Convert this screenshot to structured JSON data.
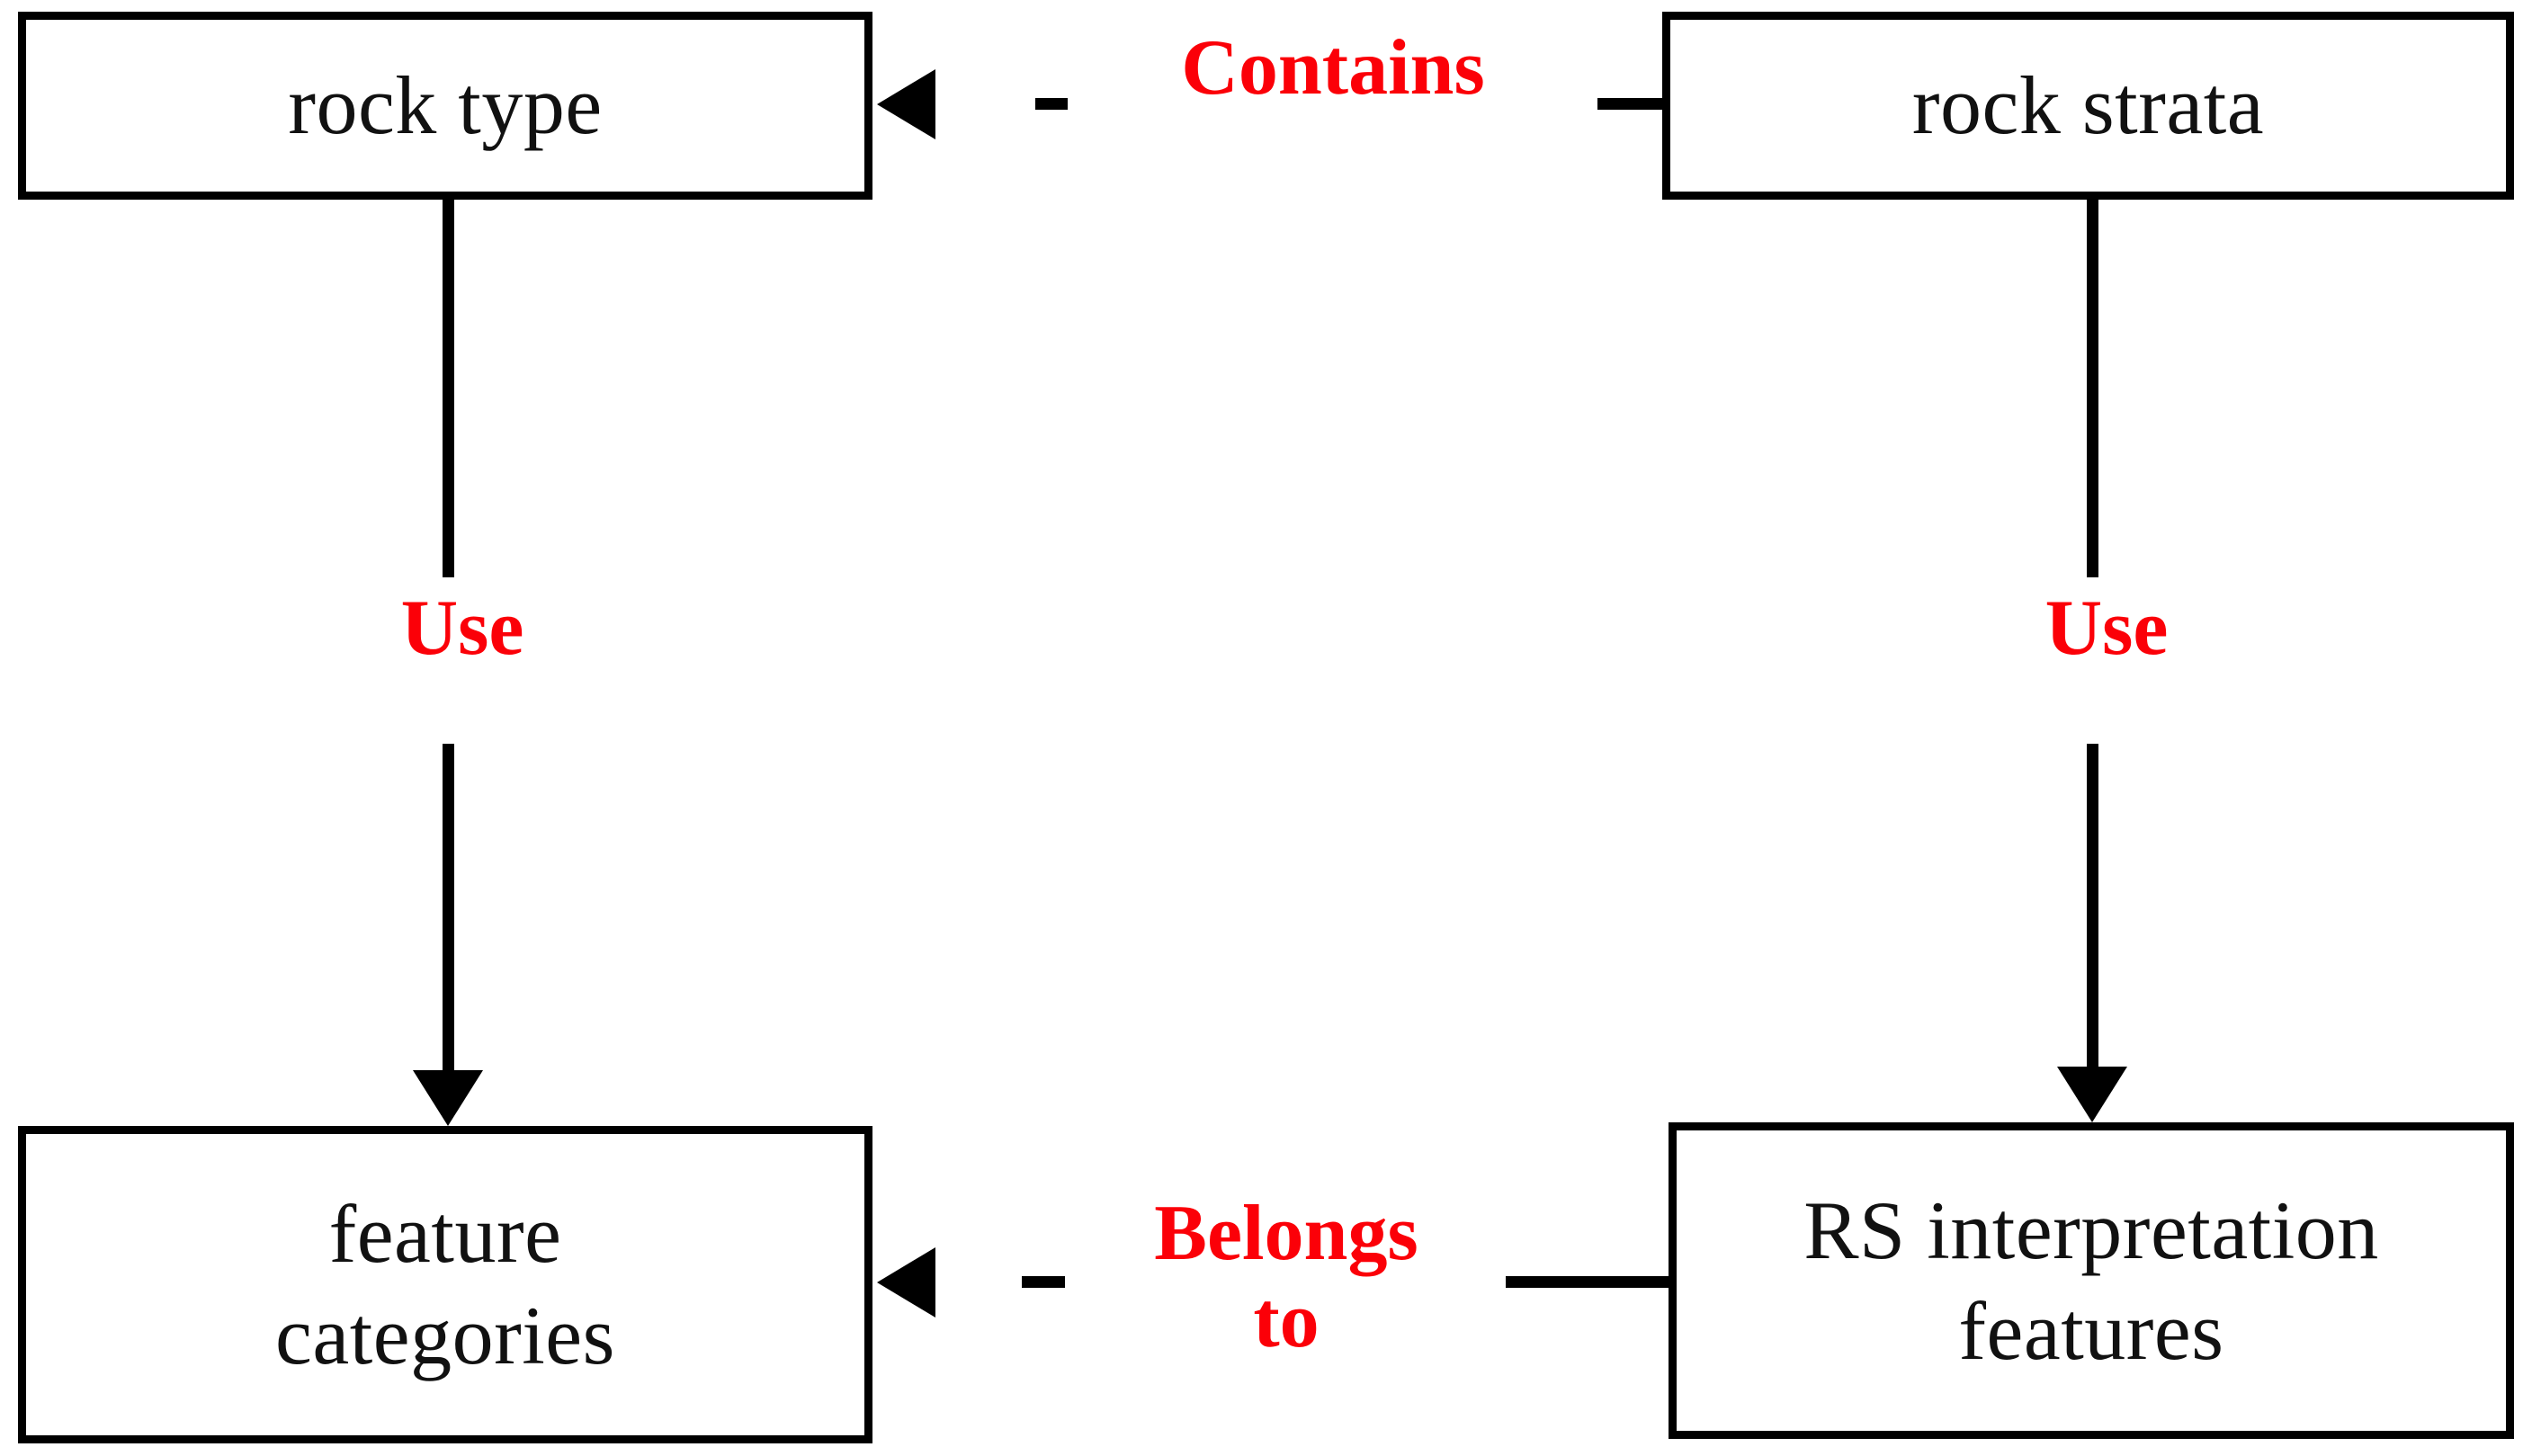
{
  "diagram": {
    "type": "entity-relationship-diagram",
    "background_color": "#ffffff",
    "line_color": "#000000",
    "relationship_color": "#fb0008",
    "entity_text_color": "#111111",
    "entities": [
      {
        "id": "rock-type",
        "label": "rock type",
        "position": "top-left"
      },
      {
        "id": "rock-strata",
        "label": "rock strata",
        "position": "top-right"
      },
      {
        "id": "feature-categories",
        "label": "feature\ncategories",
        "position": "bottom-left"
      },
      {
        "id": "rs-features",
        "label": "RS interpretation\nfeatures",
        "position": "bottom-right"
      }
    ],
    "relationships": [
      {
        "id": "contains",
        "label": "Contains",
        "from": "rock strata",
        "to": "rock type",
        "direction": "right-to-left"
      },
      {
        "id": "use-left",
        "label": "Use",
        "from": "rock type",
        "to": "feature categories",
        "direction": "top-to-bottom"
      },
      {
        "id": "use-right",
        "label": "Use",
        "from": "rock strata",
        "to": "RS interpretation features",
        "direction": "top-to-bottom"
      },
      {
        "id": "belongs-to",
        "label": "Belongs\nto",
        "from": "RS interpretation features",
        "to": "feature categories",
        "direction": "right-to-left"
      }
    ]
  }
}
